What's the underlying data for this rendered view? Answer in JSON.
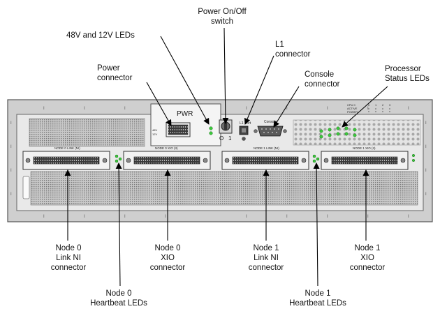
{
  "callouts_top": {
    "power_switch": [
      "Power On/Off",
      "switch"
    ],
    "leds_48v_12v": [
      "48V and 12V LEDs"
    ],
    "l1_connector": [
      "L1",
      "connector"
    ],
    "power_connector": [
      "Power",
      "connector"
    ],
    "console_connector": [
      "Console",
      "connector"
    ],
    "processor_status_leds": [
      "Processor",
      "Status LEDs"
    ]
  },
  "callouts_bottom": {
    "node0_link_ni": [
      "Node 0",
      "Link NI",
      "connector"
    ],
    "node0_xio": [
      "Node 0",
      "XIO",
      "connector"
    ],
    "node1_link_ni": [
      "Node 1",
      "Link NI",
      "connector"
    ],
    "node1_xio": [
      "Node 1",
      "XIO",
      "connector"
    ],
    "node0_heartbeat": [
      "Node 0",
      "Heartbeat LEDs"
    ],
    "node1_heartbeat": [
      "Node 1",
      "Heartbeat LEDs"
    ]
  },
  "panel": {
    "pwr_label": "PWR",
    "switch_off": "O",
    "switch_on": "1",
    "l1_port_label": "L1 Port",
    "console_label": "Console",
    "port_labels": [
      "NODE 0 LINK (NI)",
      "NODE 0 XIO (II)",
      "NODE 1 LINK (NI)",
      "NODE 1 XIO (II)"
    ],
    "led_legend_rows": [
      "CPU 0",
      "ACTIVE",
      "POWER"
    ],
    "led_column_labels": [
      "0",
      "1",
      "2",
      "3"
    ],
    "power_led_labels": [
      "48V",
      "12V"
    ],
    "rail_mark": "I",
    "led_color": "#3cc93c"
  }
}
